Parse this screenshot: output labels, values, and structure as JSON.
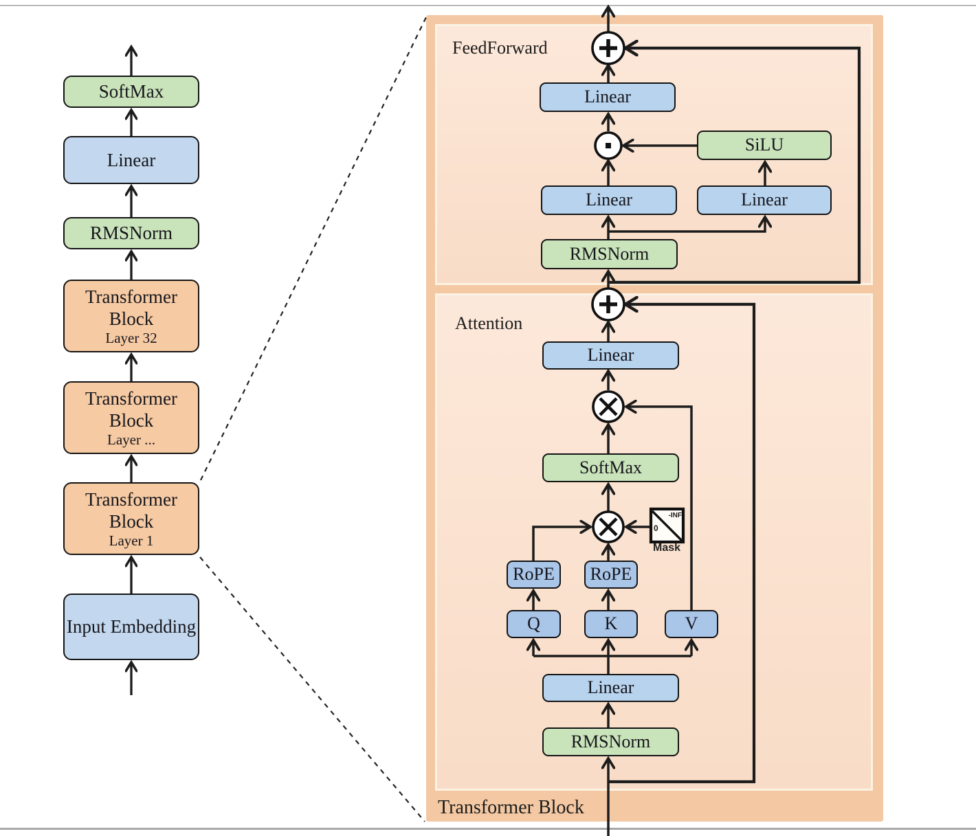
{
  "figure": {
    "description_title": "LLaMA-style Transformer architecture diagram"
  },
  "colors": {
    "box_blue": "#c3d8ee",
    "box_blue_right": "#b7d3ee",
    "box_blue_small": "#a9c5e8",
    "box_green": "#c9e3ba",
    "box_orange": "#f6caa3",
    "panel_outer": "#f3c8a3",
    "panel_inner": "#fbe3d1",
    "panel_inner_border": "#fcf3e4",
    "line": "#1c1c1c",
    "frame_line": "#b9b9b9"
  },
  "left_column": {
    "boxes": [
      {
        "label": "SoftMax"
      },
      {
        "label": "Linear"
      },
      {
        "label": "RMSNorm"
      },
      {
        "label": "Transformer Block",
        "sublabel": "Layer 32"
      },
      {
        "label": "Transformer Block",
        "sublabel": "Layer ..."
      },
      {
        "label": "Transformer Block",
        "sublabel": "Layer 1"
      },
      {
        "label": "Input Embedding"
      }
    ]
  },
  "right_panel": {
    "bottom_title": "Transformer Block",
    "feedforward": {
      "title": "FeedForward",
      "linear_out": "Linear",
      "silu": "SiLU",
      "linear_gate": "Linear",
      "linear_up": "Linear",
      "rmsnorm": "RMSNorm"
    },
    "attention": {
      "title": "Attention",
      "linear_out": "Linear",
      "softmax": "SoftMax",
      "mask_neg_inf": "-INF",
      "mask_zero": "0",
      "mask_label": "Mask",
      "rope_q": "RoPE",
      "rope_k": "RoPE",
      "q": "Q",
      "k": "K",
      "v": "V",
      "linear_qkv": "Linear",
      "rmsnorm": "RMSNorm"
    }
  },
  "operators": {
    "residual_add_icon": "plus-in-circle",
    "matmul_icon": "x-in-circle",
    "elementwise_product_icon": "dot-in-circle"
  }
}
